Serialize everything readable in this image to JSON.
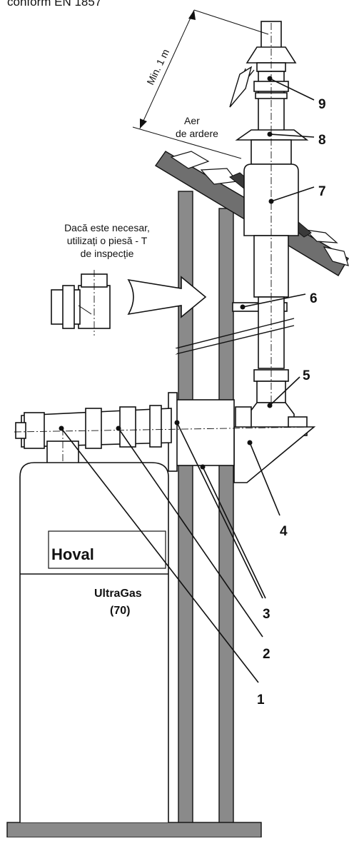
{
  "header": {
    "top_text": "conform EN 1857"
  },
  "labels": {
    "min_distance": "Min. 1 m",
    "combustion_air_line1": "Aer",
    "combustion_air_line2": "de ardere",
    "note_line1": "Dacă este necesar,",
    "note_line2": "utilizați o piesă - T",
    "note_line3": "de inspecție",
    "brand": "Hoval",
    "model_line1": "UltraGas",
    "model_line2": "(70)"
  },
  "part_numbers": [
    "1",
    "2",
    "3",
    "4",
    "5",
    "6",
    "7",
    "8",
    "9"
  ],
  "colors": {
    "wall": "#8a8a8a",
    "roof": "#6f6f6f",
    "line": "#111111"
  }
}
